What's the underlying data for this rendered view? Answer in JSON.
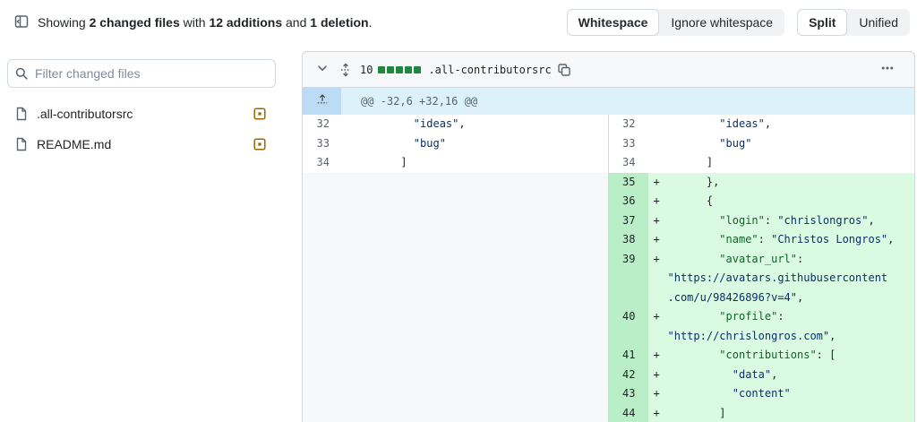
{
  "topbar": {
    "summary": {
      "showing": "Showing ",
      "changed_files": "2 changed files",
      "with": " with ",
      "additions": "12 additions",
      "and": " and ",
      "deletion": "1 deletion",
      "period": "."
    },
    "whitespace_toggle": {
      "selected": "Whitespace",
      "other": "Ignore whitespace"
    },
    "view_toggle": {
      "selected": "Split",
      "other": "Unified"
    }
  },
  "sidebar": {
    "filter_placeholder": "Filter changed files",
    "files": [
      {
        "name": ".all-contributorsrc",
        "status": "modified"
      },
      {
        "name": "README.md",
        "status": "modified"
      }
    ]
  },
  "diff": {
    "file": {
      "changes": "10",
      "blocks": 5,
      "name": ".all-contributorsrc"
    },
    "hunk": "@@ -32,6 +32,16 @@",
    "left_rows": [
      {
        "num": "32",
        "sign": "",
        "type": "context",
        "segs": [
          {
            "t": "        "
          },
          {
            "t": "\"ideas\"",
            "c": "string"
          },
          {
            "t": ","
          }
        ]
      },
      {
        "num": "33",
        "sign": "",
        "type": "context",
        "segs": [
          {
            "t": "        "
          },
          {
            "t": "\"bug\"",
            "c": "string"
          }
        ]
      },
      {
        "num": "34",
        "sign": "",
        "type": "context",
        "segs": [
          {
            "t": "      ]"
          }
        ]
      }
    ],
    "right_rows": [
      {
        "num": "32",
        "sign": "",
        "type": "context",
        "segs": [
          {
            "t": "        "
          },
          {
            "t": "\"ideas\"",
            "c": "string"
          },
          {
            "t": ","
          }
        ]
      },
      {
        "num": "33",
        "sign": "",
        "type": "context",
        "segs": [
          {
            "t": "        "
          },
          {
            "t": "\"bug\"",
            "c": "string"
          }
        ]
      },
      {
        "num": "34",
        "sign": "",
        "type": "context",
        "segs": [
          {
            "t": "      ]"
          }
        ]
      },
      {
        "num": "35",
        "sign": "+",
        "type": "add",
        "segs": [
          {
            "t": "      },"
          }
        ]
      },
      {
        "num": "36",
        "sign": "+",
        "type": "add",
        "segs": [
          {
            "t": "      {"
          }
        ]
      },
      {
        "num": "37",
        "sign": "+",
        "type": "add",
        "segs": [
          {
            "t": "        "
          },
          {
            "t": "\"login\"",
            "c": "key"
          },
          {
            "t": ": "
          },
          {
            "t": "\"chrislongros\"",
            "c": "string"
          },
          {
            "t": ","
          }
        ]
      },
      {
        "num": "38",
        "sign": "+",
        "type": "add",
        "segs": [
          {
            "t": "        "
          },
          {
            "t": "\"name\"",
            "c": "key"
          },
          {
            "t": ": "
          },
          {
            "t": "\"Christos Longros\"",
            "c": "string"
          },
          {
            "t": ","
          }
        ]
      },
      {
        "num": "39",
        "sign": "+",
        "type": "add",
        "segs": [
          {
            "t": "        "
          },
          {
            "t": "\"avatar_url\"",
            "c": "key"
          },
          {
            "t": ":"
          }
        ]
      },
      {
        "num": "",
        "sign": "",
        "type": "add-wrap",
        "segs": [
          {
            "t": "\"https://avatars.githubusercontent",
            "c": "string"
          }
        ]
      },
      {
        "num": "",
        "sign": "",
        "type": "add-wrap",
        "segs": [
          {
            "t": ".com/u/98426896?v=4\"",
            "c": "string"
          },
          {
            "t": ","
          }
        ]
      },
      {
        "num": "40",
        "sign": "+",
        "type": "add",
        "segs": [
          {
            "t": "        "
          },
          {
            "t": "\"profile\"",
            "c": "key"
          },
          {
            "t": ":"
          }
        ]
      },
      {
        "num": "",
        "sign": "",
        "type": "add-wrap",
        "segs": [
          {
            "t": "\"http://chrislongros.com\"",
            "c": "string"
          },
          {
            "t": ","
          }
        ]
      },
      {
        "num": "41",
        "sign": "+",
        "type": "add",
        "segs": [
          {
            "t": "        "
          },
          {
            "t": "\"contributions\"",
            "c": "key"
          },
          {
            "t": ": ["
          }
        ]
      },
      {
        "num": "42",
        "sign": "+",
        "type": "add",
        "segs": [
          {
            "t": "          "
          },
          {
            "t": "\"data\"",
            "c": "string"
          },
          {
            "t": ","
          }
        ]
      },
      {
        "num": "43",
        "sign": "+",
        "type": "add",
        "segs": [
          {
            "t": "          "
          },
          {
            "t": "\"content\"",
            "c": "string"
          }
        ]
      },
      {
        "num": "44",
        "sign": "+",
        "type": "add",
        "segs": [
          {
            "t": "        ]"
          }
        ]
      }
    ]
  },
  "colors": {
    "addition_block": "#1f883d",
    "modified_badge": "#9a6700",
    "addition_row_bg": "#dafbe1",
    "addition_num_bg": "#b9eec6",
    "hunk_row_bg": "#ddf1fb",
    "hunk_cell_bg": "#bcdcf5",
    "key_green": "#116329",
    "string_blue": "#0a3069"
  }
}
